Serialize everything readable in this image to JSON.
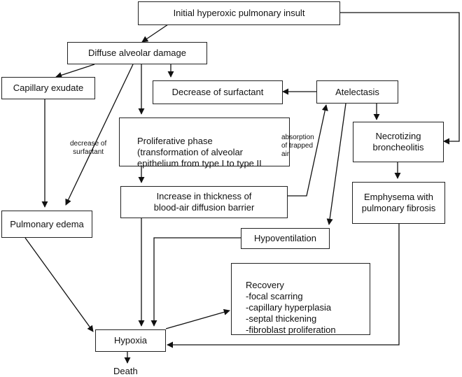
{
  "nodes": {
    "initial_insult": "Initial hyperoxic pulmonary insult",
    "diffuse_damage": "Diffuse alveolar damage",
    "capillary_exudate": "Capillary exudate",
    "decrease_surfactant": "Decrease of surfactant",
    "atelectasis": "Atelectasis",
    "proliferative_phase": "Proliferative phase\n(transformation of alveolar\nepithelium from type I to type II",
    "necrotizing": "Necrotizing\nbroncheolitis",
    "increase_thickness": "Increase in thickness of\nblood-air diffusion barrier",
    "emphysema": "Emphysema with\npulmonary fibrosis",
    "pulmonary_edema": "Pulmonary edema",
    "hypoventilation": "Hypoventilation",
    "recovery": "Recovery\n-focal scarring\n-capillary hyperplasia\n-septal thickening\n-fibroblast proliferation",
    "hypoxia": "Hypoxia",
    "death": "Death"
  },
  "edge_labels": {
    "decrease_of_surfactant": "decrease of\nsurfactant",
    "absorption_trapped_air": "absorption\nof trapped\nair"
  }
}
